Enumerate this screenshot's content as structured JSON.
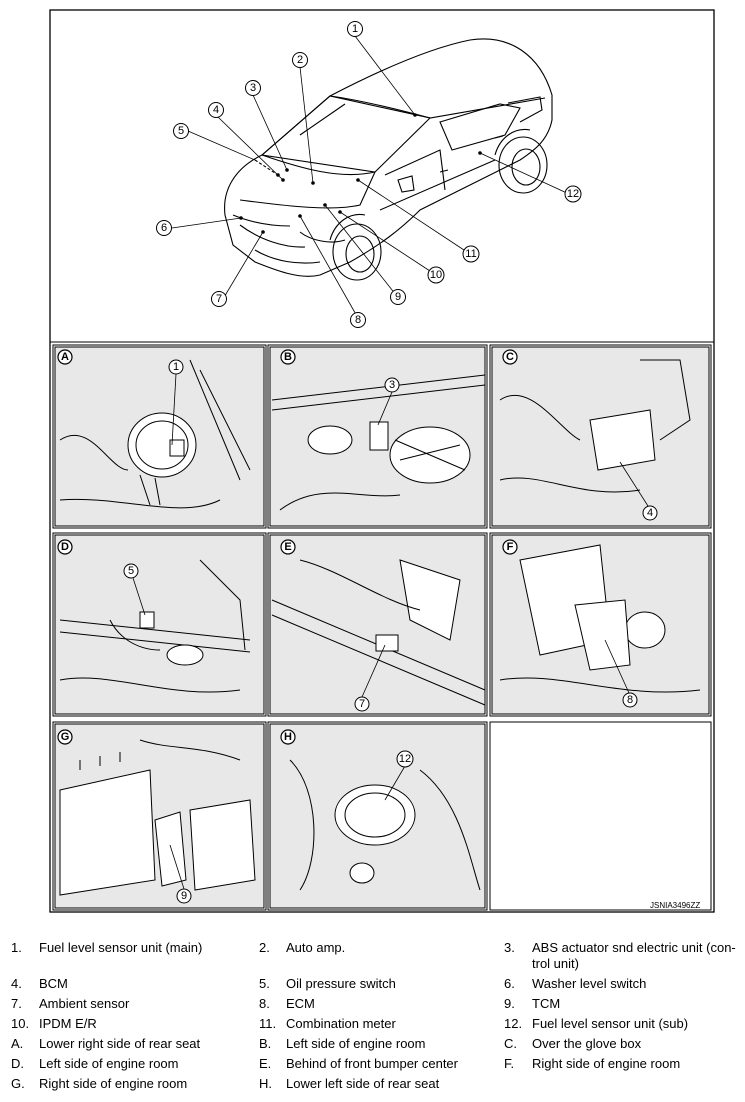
{
  "figure_code": "JSNIA3496ZZ",
  "panels": [
    {
      "letter": "A",
      "callout": "1"
    },
    {
      "letter": "B",
      "callout": "3"
    },
    {
      "letter": "C",
      "callout": "4"
    },
    {
      "letter": "D",
      "callout": "5"
    },
    {
      "letter": "E",
      "callout": "7"
    },
    {
      "letter": "F",
      "callout": "8"
    },
    {
      "letter": "G",
      "callout": "9"
    },
    {
      "letter": "H",
      "callout": "12"
    }
  ],
  "car_callouts": [
    "1",
    "2",
    "3",
    "4",
    "5",
    "6",
    "7",
    "8",
    "9",
    "10",
    "11",
    "12"
  ],
  "legend": [
    {
      "key": "1.",
      "text": "Fuel level sensor unit (main)"
    },
    {
      "key": "2.",
      "text": "Auto amp."
    },
    {
      "key": "3.",
      "text": "ABS actuator snd electric unit (con-"
    },
    {
      "key": "",
      "text": "trol unit)"
    },
    {
      "key": "4.",
      "text": "BCM"
    },
    {
      "key": "5.",
      "text": "Oil pressure switch"
    },
    {
      "key": "6.",
      "text": "Washer level switch"
    },
    {
      "key": "7.",
      "text": "Ambient sensor"
    },
    {
      "key": "8.",
      "text": "ECM"
    },
    {
      "key": "9.",
      "text": "TCM"
    },
    {
      "key": "10.",
      "text": "IPDM E/R"
    },
    {
      "key": "11.",
      "text": "Combination meter"
    },
    {
      "key": "12.",
      "text": "Fuel level sensor unit (sub)"
    },
    {
      "key": "A.",
      "text": "Lower right side of rear seat"
    },
    {
      "key": "B.",
      "text": "Left side of engine room"
    },
    {
      "key": "C.",
      "text": "Over the glove box"
    },
    {
      "key": "D.",
      "text": "Left side of engine room"
    },
    {
      "key": "E.",
      "text": "Behind of front bumper center"
    },
    {
      "key": "F.",
      "text": "Right side of engine room"
    },
    {
      "key": "G.",
      "text": "Right side of engine room"
    },
    {
      "key": "H.",
      "text": "Lower left side of rear seat"
    }
  ]
}
